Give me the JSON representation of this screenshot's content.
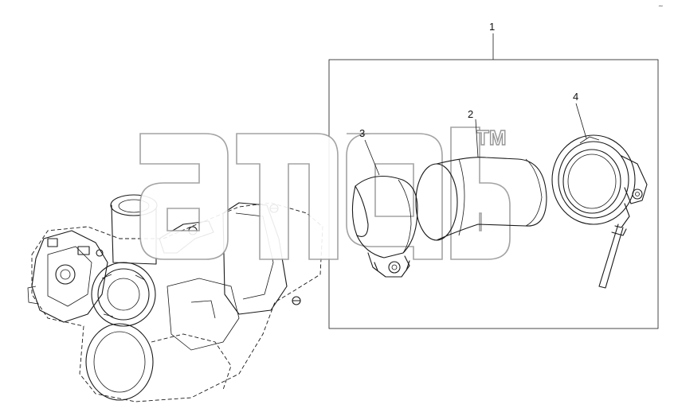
{
  "corner_mark": "~",
  "watermark": {
    "tm_label": "TM"
  },
  "callouts": {
    "kit": "1",
    "pipe": "2",
    "clamp": "3",
    "v_clamp": "4"
  },
  "colors": {
    "line": "#1a1a1a",
    "watermark_outline": "#9a9a9a",
    "background": "#ffffff"
  }
}
